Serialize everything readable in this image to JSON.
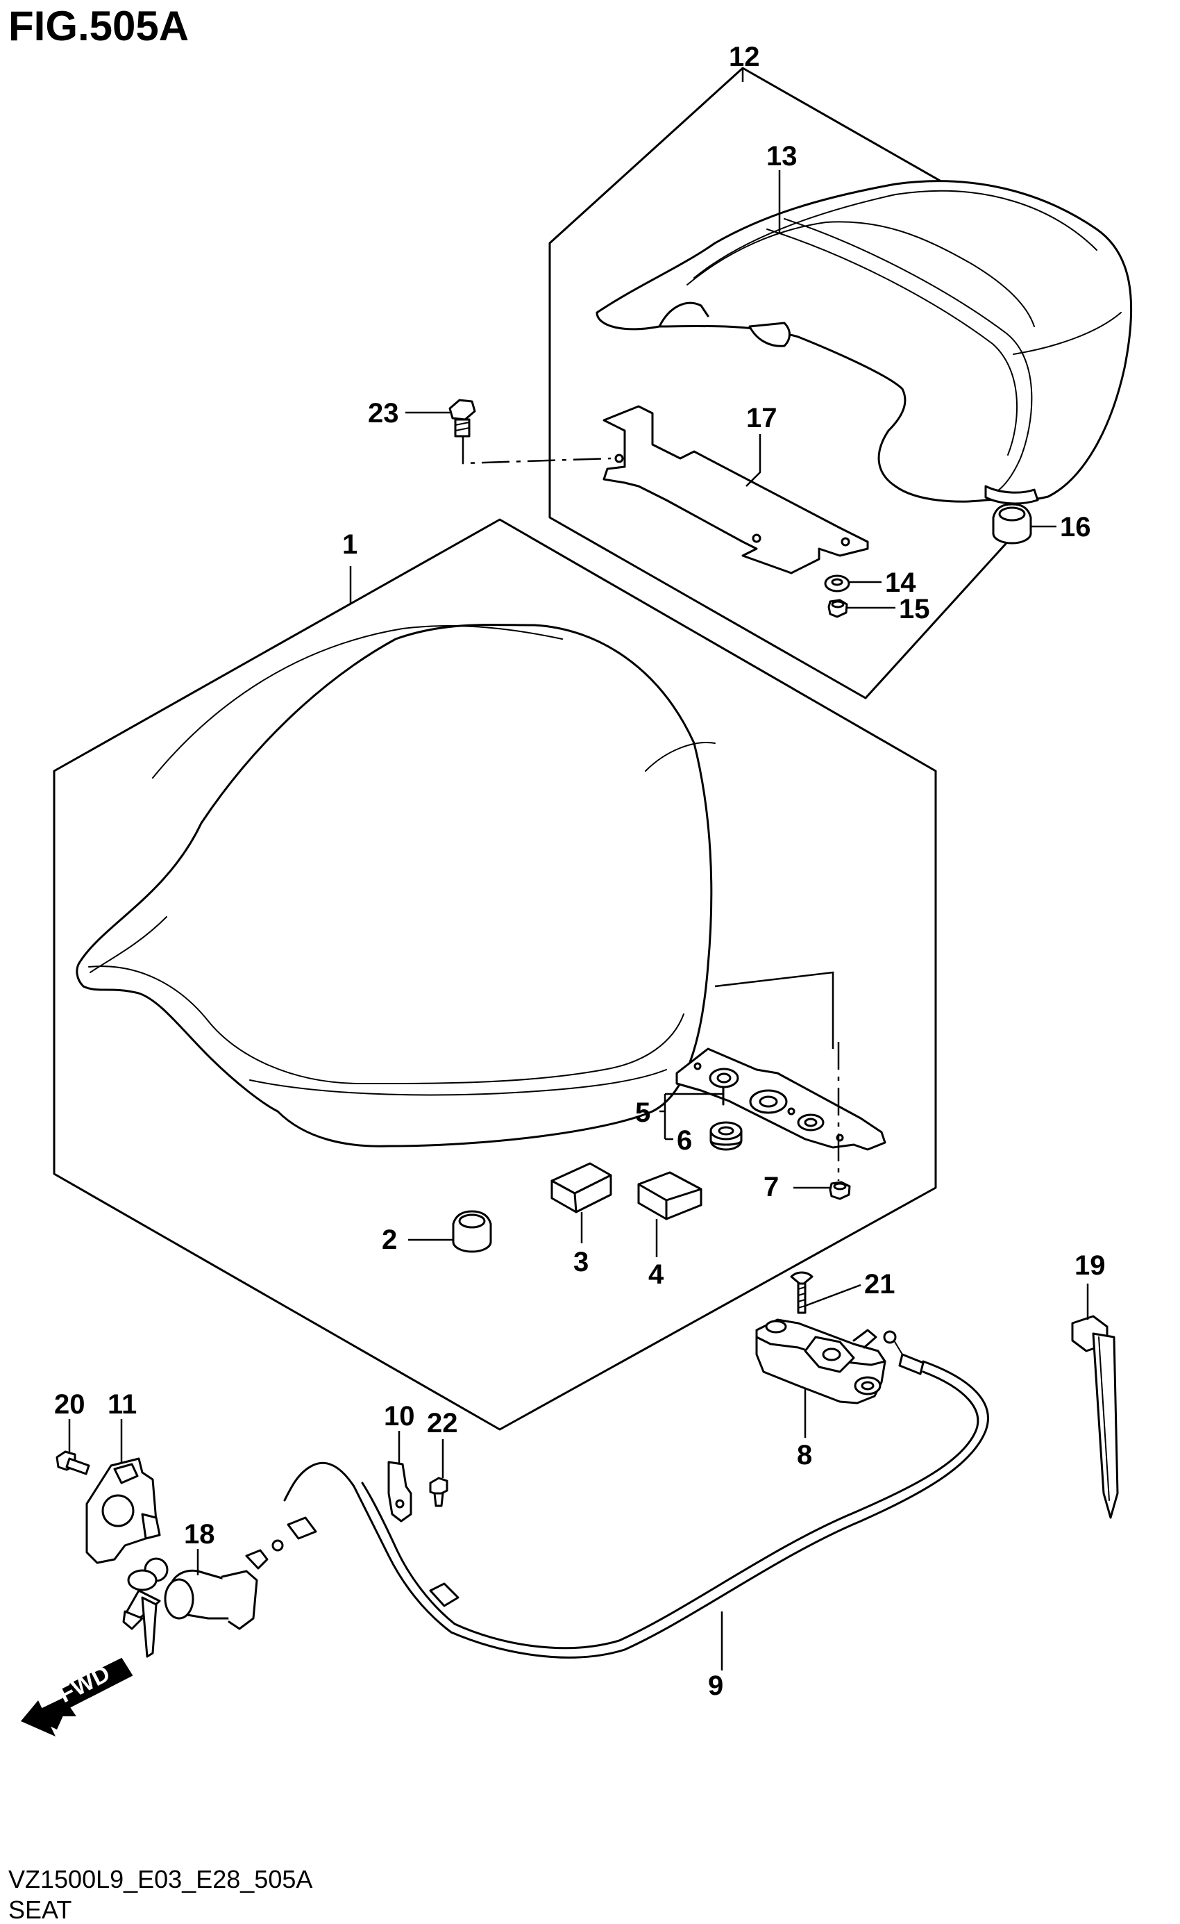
{
  "figure": {
    "title": "FIG.505A",
    "model_code": "VZ1500L9_E03_E28_505A",
    "caption": "SEAT",
    "direction_label": "FWD"
  },
  "callouts": [
    "1",
    "2",
    "3",
    "4",
    "5",
    "6",
    "7",
    "8",
    "9",
    "10",
    "11",
    "12",
    "13",
    "14",
    "15",
    "16",
    "17",
    "18",
    "19",
    "20",
    "21",
    "22",
    "23"
  ]
}
